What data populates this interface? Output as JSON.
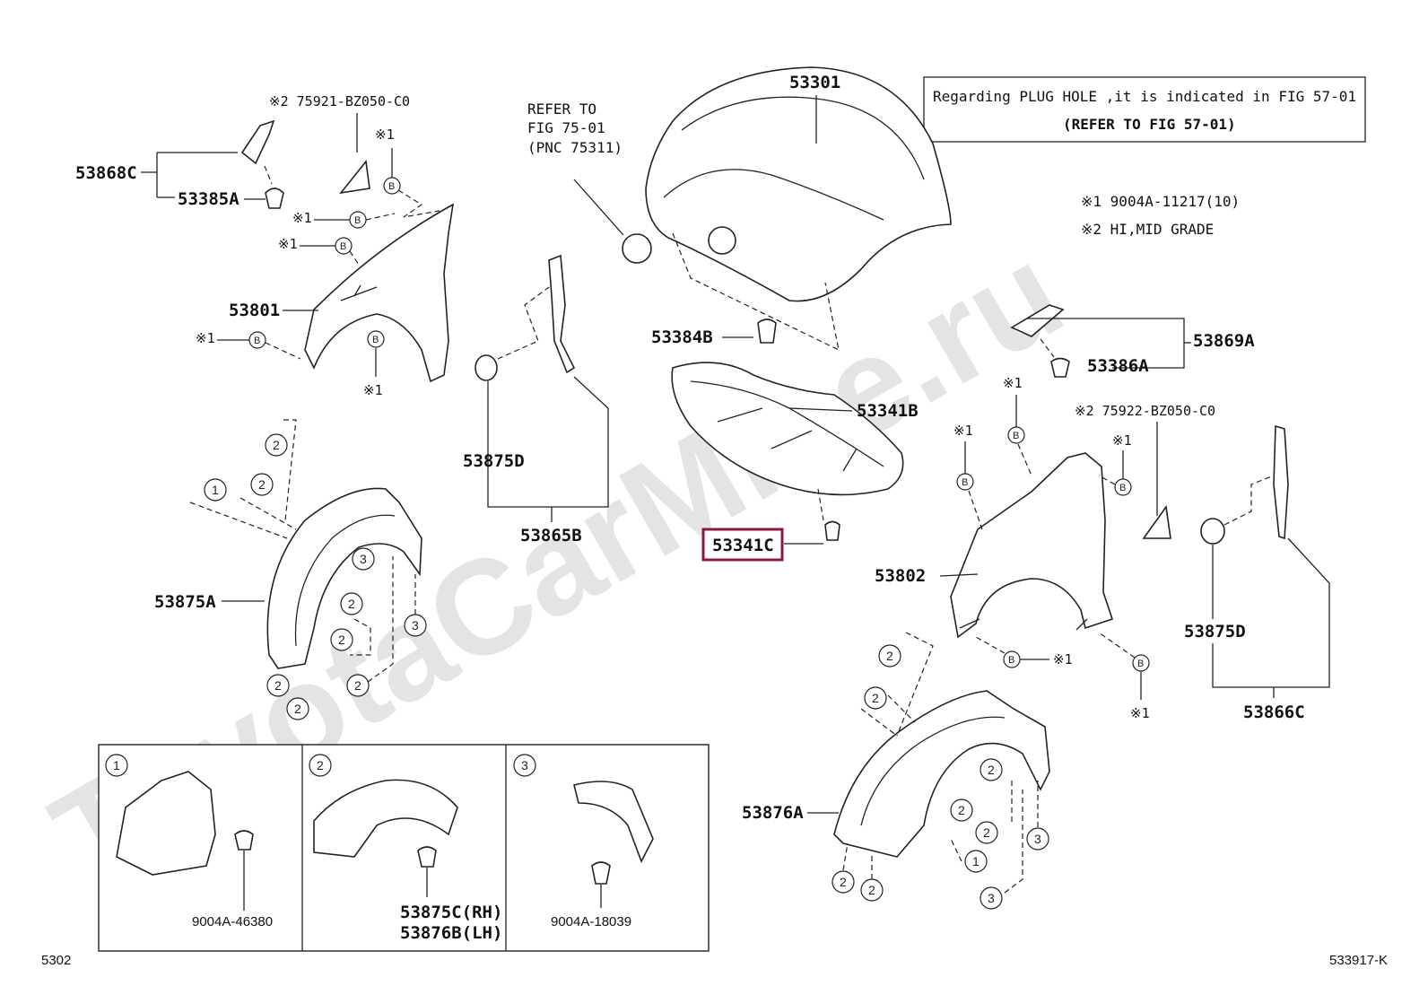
{
  "watermark": "ToyotaCarMine.ru",
  "note_box": {
    "line1": "Regarding PLUG HOLE ,it is indicated in FIG 57-01",
    "line2": "(REFER TO FIG 57-01)"
  },
  "refer": {
    "line1": "REFER TO",
    "line2": "FIG 75-01",
    "line3": "(PNC 75311)"
  },
  "legend": {
    "note1": "※1 9004A-11217(10)",
    "note2": "※2 HI,MID GRADE"
  },
  "part_labels": {
    "p53301": "53301",
    "p53868C": "53868C",
    "p53385A": "53385A",
    "p75921": "※2 75921-BZ050-C0",
    "p53801": "53801",
    "p53875D_left": "53875D",
    "p53865B": "53865B",
    "p53384B": "53384B",
    "p53341B": "53341B",
    "p53341C": "53341C",
    "p53869A": "53869A",
    "p53386A": "53386A",
    "p75922": "※2 75922-BZ050-C0",
    "p53802": "53802",
    "p53875D_right": "53875D",
    "p53866C": "53866C",
    "p53875A": "53875A",
    "p53876A": "53876A"
  },
  "mark_x1": "※1",
  "mark_b": "B",
  "circle_nums": {
    "one": "1",
    "two": "2",
    "three": "3"
  },
  "inset": {
    "box1_num": "1",
    "box1_part": "9004A-46380",
    "box2_num": "2",
    "box2_part1": "53875C(RH)",
    "box2_part2": "53876B(LH)",
    "box3_num": "3",
    "box3_part": "9004A-18039"
  },
  "footer": {
    "left_code": "5302",
    "right_code": "533917-K"
  },
  "highlight_color": "#8b1a3a"
}
